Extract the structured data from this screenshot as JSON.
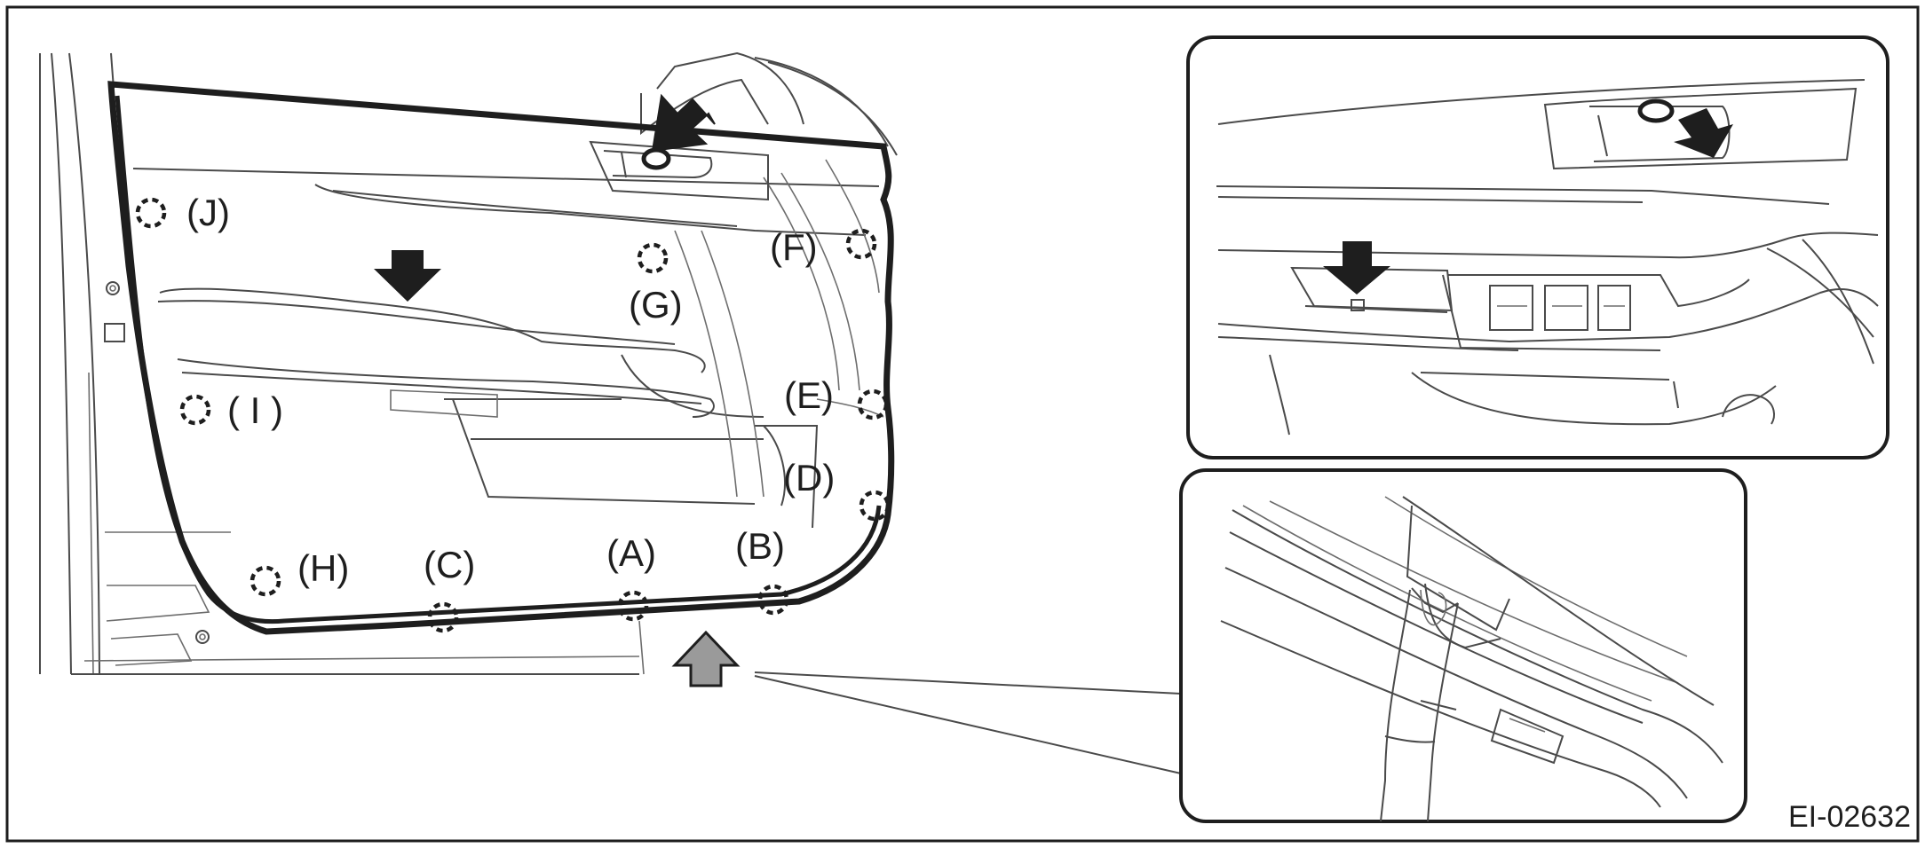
{
  "figure_code": "EI-02632",
  "clip_labels": [
    "(A)",
    "(B)",
    "(C)",
    "(D)",
    "(E)",
    "(F)",
    "(G)",
    "(H)",
    "( I )",
    "(J)"
  ],
  "colors": {
    "line": "#1e1e1e",
    "arrow_dark": "#1e1e1e",
    "arrow_light": "#9a9a9a",
    "background": "#ffffff"
  },
  "icons": [
    "press-arrow-icon",
    "push-up-arrow-icon",
    "clip-marker-icon"
  ]
}
